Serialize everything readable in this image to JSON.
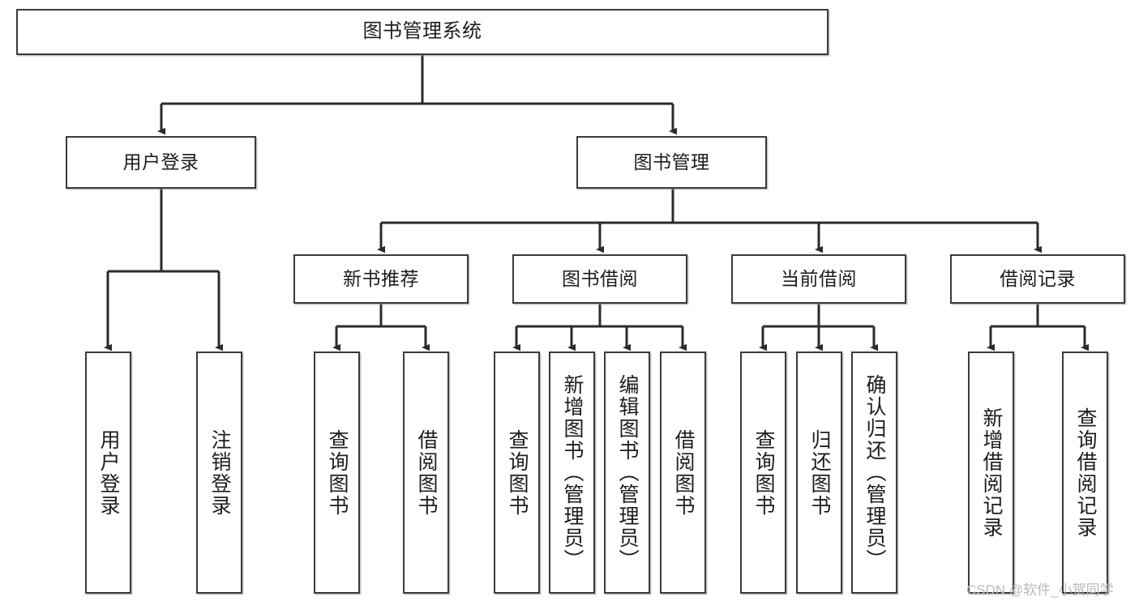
{
  "diagram": {
    "title": "图书管理系统",
    "type": "tree-hierarchy",
    "watermark": "CSDN @软件_小贺同学",
    "colors": {
      "box_border": "#3a3a3a",
      "box_fill": "#ffffff",
      "connector": "#2b2b2b",
      "text": "#1d1d1d",
      "watermark": "#b9b9b9"
    },
    "levels": {
      "root": {
        "label": "图书管理系统"
      },
      "level2": [
        {
          "label": "用户登录"
        },
        {
          "label": "图书管理"
        }
      ],
      "level3": [
        {
          "label": "新书推荐"
        },
        {
          "label": "图书借阅"
        },
        {
          "label": "当前借阅"
        },
        {
          "label": "借阅记录"
        }
      ],
      "leaves": [
        {
          "label": "用户登录",
          "parent": "用户登录"
        },
        {
          "label": "注销登录",
          "parent": "用户登录"
        },
        {
          "label": "查询图书",
          "parent": "新书推荐"
        },
        {
          "label": "借阅图书",
          "parent": "新书推荐"
        },
        {
          "label": "查询图书",
          "parent": "图书借阅"
        },
        {
          "label": "新增图书（管理员）",
          "parent": "图书借阅"
        },
        {
          "label": "编辑图书（管理员）",
          "parent": "图书借阅"
        },
        {
          "label": "借阅图书",
          "parent": "图书借阅"
        },
        {
          "label": "查询图书",
          "parent": "当前借阅"
        },
        {
          "label": "归还图书",
          "parent": "当前借阅"
        },
        {
          "label": "确认归还（管理员）",
          "parent": "当前借阅"
        },
        {
          "label": "新增借阅记录",
          "parent": "借阅记录"
        },
        {
          "label": "查询借阅记录",
          "parent": "借阅记录"
        }
      ]
    }
  }
}
